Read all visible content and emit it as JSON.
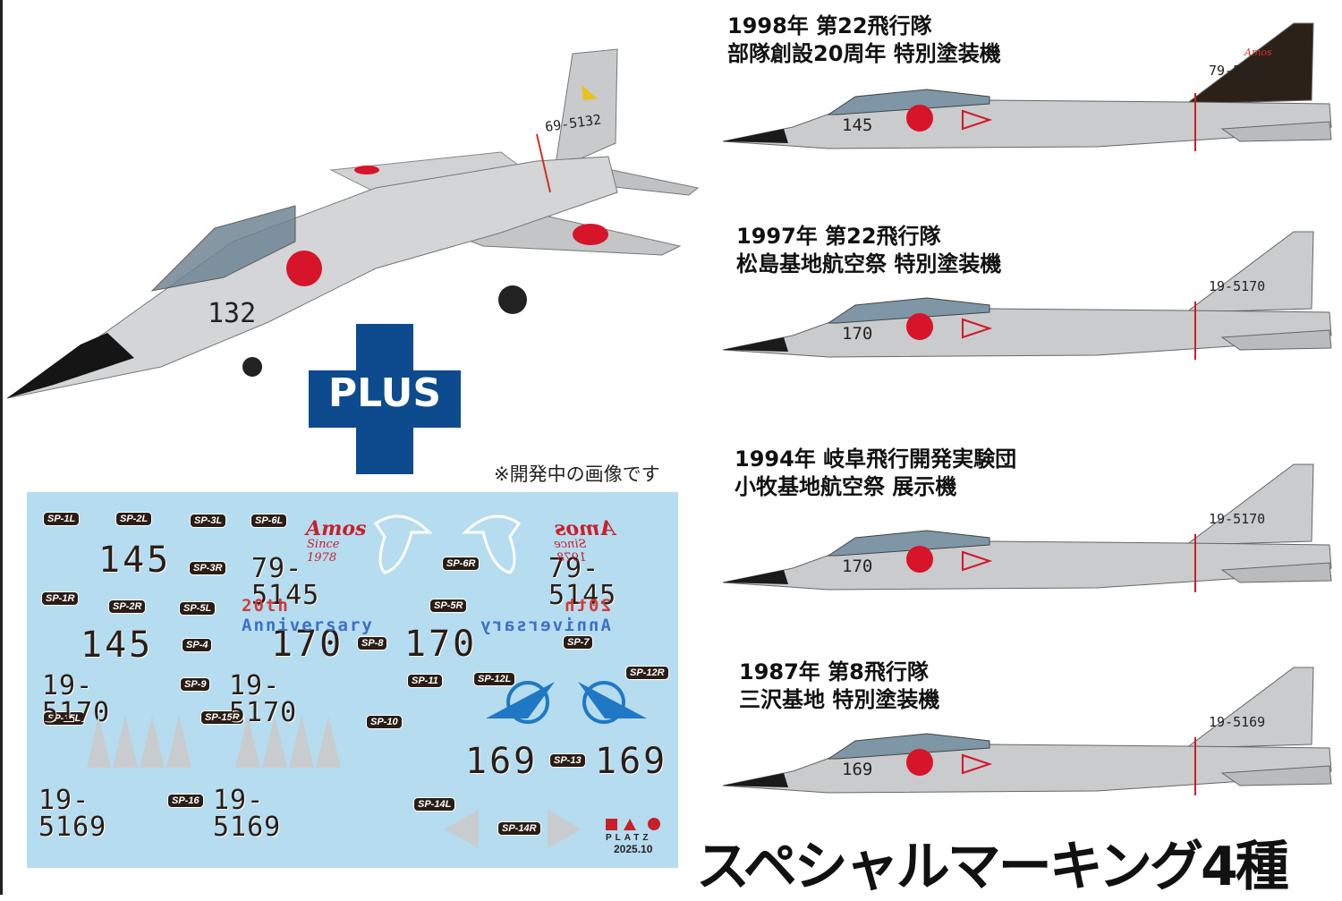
{
  "note": "※開発中の画像です",
  "plus_label": "PLUS",
  "main_photo": {
    "tail_code": "69-5132",
    "side_number": "132"
  },
  "schemes": [
    {
      "line1": "1998年 第22飛行隊",
      "line2": "部隊創設20周年 特別塗装機",
      "tail_code": "79-5145",
      "side_number": "145",
      "tail_color": "#2b2119",
      "tail_text": "Amos"
    },
    {
      "line1": "1997年 第22飛行隊",
      "line2": "松島基地航空祭 特別塗装機",
      "tail_code": "19-5170",
      "side_number": "170",
      "tail_color": "#c9cbcc"
    },
    {
      "line1": "1994年 岐阜飛行開発実験団",
      "line2": "小牧基地航空祭 展示機",
      "tail_code": "19-5170",
      "side_number": "170",
      "tail_color": "#c9cbcc"
    },
    {
      "line1": "1987年 第8飛行隊",
      "line2": "三沢基地 特別塗装機",
      "tail_code": "19-5169",
      "side_number": "169",
      "tail_color": "#c9cbcc"
    }
  ],
  "decals": {
    "sp": [
      "SP-1L",
      "SP-2L",
      "SP-3L",
      "SP-6L",
      "SP-3R",
      "SP-6R",
      "SP-1R",
      "SP-2R",
      "SP-5L",
      "SP-5R",
      "SP-4",
      "SP-8",
      "SP-7",
      "SP-12R",
      "SP-9",
      "SP-11",
      "SP-12L",
      "SP-15L",
      "SP-15R",
      "SP-10",
      "SP-13",
      "SP-16",
      "SP-14L",
      "SP-14R"
    ],
    "numbers": [
      "145",
      "79-5145",
      "79-5145",
      "145",
      "170",
      "170",
      "19-5170",
      "19-5170",
      "169",
      "169",
      "19-5169",
      "19-5169"
    ],
    "amos": "Amos",
    "since": "Since 1978",
    "anniversary": "20th Anniversary",
    "brand": "PLATZ",
    "date": "2025.10"
  },
  "colors": {
    "plus_blue": "#0d4a8e",
    "sheet_bg": "#b6dcf0",
    "hinomaru": "#d7142a",
    "emblem_blue": "#1f78c4"
  },
  "title": "スペシャルマーキング4種"
}
